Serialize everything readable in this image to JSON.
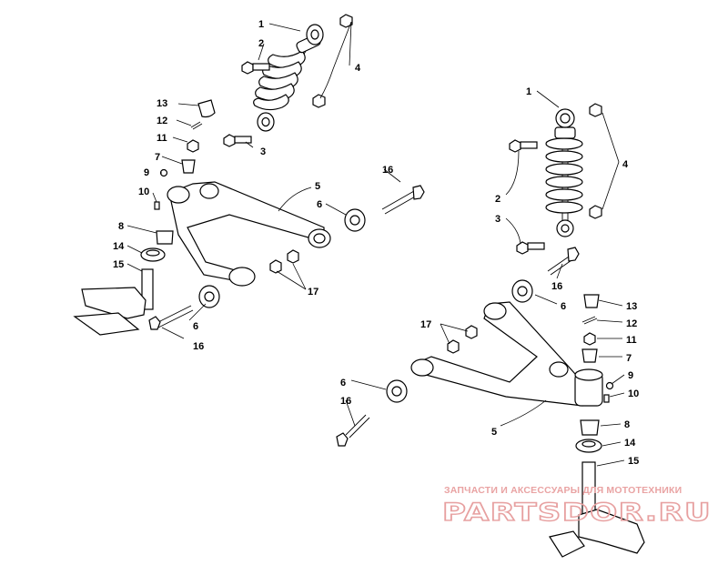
{
  "callouts": {
    "l1": "1",
    "l2": "2",
    "l3": "3",
    "l4": "4",
    "l5": "5",
    "l6a": "6",
    "l6b": "6",
    "l7": "7",
    "l8": "8",
    "l9": "9",
    "l10": "10",
    "l11": "11",
    "l12": "12",
    "l13": "13",
    "l14": "14",
    "l15": "15",
    "l16a": "16",
    "l16b": "16",
    "l17": "17",
    "r1": "1",
    "r2": "2",
    "r3": "3",
    "r4": "4",
    "r5": "5",
    "r6a": "6",
    "r6b": "6",
    "r7": "7",
    "r8": "8",
    "r9": "9",
    "r10": "10",
    "r11": "11",
    "r12": "12",
    "r13": "13",
    "r14": "14",
    "r15": "15",
    "r16a": "16",
    "r16b": "16",
    "r17": "17"
  },
  "watermark": {
    "tagline": "ЗАПЧАСТИ И АКСЕССУАРЫ ДЛЯ МОТОТЕХНИКИ",
    "brand": "PARTSDOR.RU"
  },
  "colors": {
    "line": "#000000",
    "watermark": "#e7a0a0"
  }
}
